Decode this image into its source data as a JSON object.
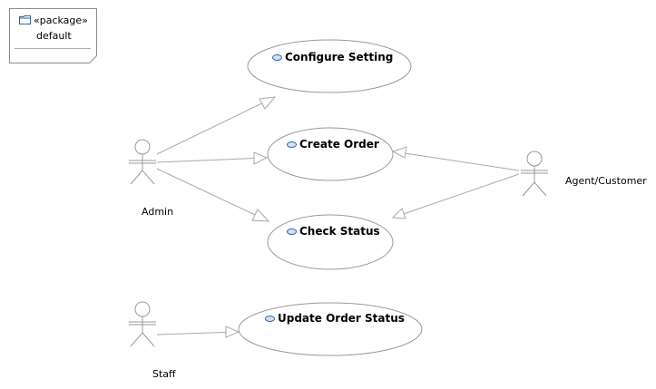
{
  "package": {
    "stereotype": "«package»",
    "name": "default",
    "icon": "folder-icon"
  },
  "actors": {
    "admin": "Admin",
    "agent_customer": "Agent/Customer",
    "staff": "Staff"
  },
  "use_cases": {
    "configure_setting": "Configure Setting",
    "create_order": "Create Order",
    "check_status": "Check Status",
    "update_order_status": "Update Order Status"
  },
  "colors": {
    "line": "#aaaaaa",
    "outline": "#9a9a9a",
    "icon_fill": "#cfe3f7",
    "icon_stroke": "#3a5fa0"
  }
}
